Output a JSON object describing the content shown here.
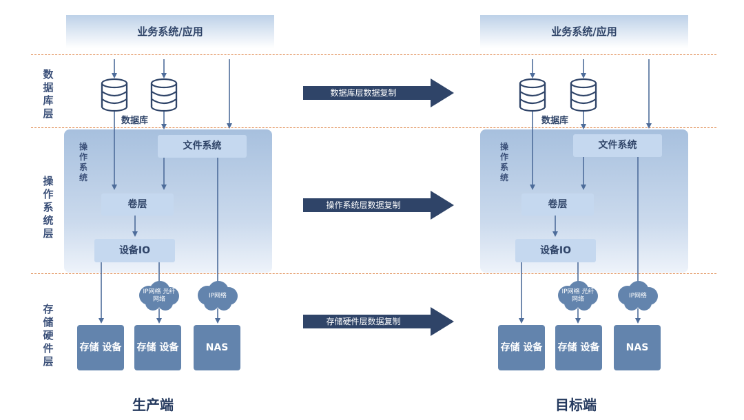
{
  "layers": {
    "database": "数据库层",
    "os": "操作系统层",
    "storage": "存储硬件层"
  },
  "sides": [
    {
      "title": "生产端",
      "app": "业务系统/应用",
      "db_label": "数据库",
      "os_label": "操作系统",
      "fs": "文件系统",
      "volume": "卷层",
      "device_io": "设备IO",
      "net1": "IP网络 光纤网络",
      "net2": "IP网络",
      "hw1": "存储 设备",
      "hw2": "存储 设备",
      "hw3": "NAS"
    },
    {
      "title": "目标端",
      "app": "业务系统/应用",
      "db_label": "数据库",
      "os_label": "操作系统",
      "fs": "文件系统",
      "volume": "卷层",
      "device_io": "设备IO",
      "net1": "IP网络 光纤网络",
      "net2": "IP网络",
      "hw1": "存储 设备",
      "hw2": "存储 设备",
      "hw3": "NAS"
    }
  ],
  "replication": {
    "db": "数据库层数据复制",
    "os": "操作系统层数据复制",
    "hw": "存储硬件层数据复制"
  },
  "colors": {
    "dash": "#e08a4f",
    "line": "#4d6c9a",
    "arrow": "#2f4468",
    "hardware": "#6384ad",
    "pill": "#c5d8ef"
  },
  "icons": {
    "database": "database-cylinder-icon",
    "network": "cloud-icon"
  }
}
